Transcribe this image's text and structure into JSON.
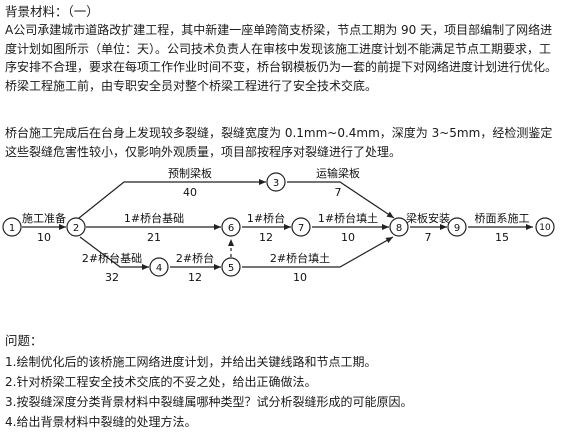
{
  "heading": "背景材料：（一）",
  "paragraphs": [
    "A公司承建城市道路改扩建工程，其中新建一座单跨简支桥梁，节点工期为 90 天，项目部编制了网络进度计划如图所示（单位：天）。公司技术负责人在审核中发现该施工进度计划不能满足节点工期要求，工序安排不合理，要求在每项工作作业时间不变，桥台钢模板仍为一套的前提下对网络进度计划进行优化。桥梁工程施工前，由专职安全员对整个桥梁工程进行了安全技术交底。",
    "桥台施工完成后在台身上发现较多裂缝，裂缝宽度为 0.1mm~0.4mm，深度为 3~5mm，经检测鉴定这些裂缝危害性较小，仅影响外观质量，项目部按程序对裂缝进行了处理。"
  ],
  "network": {
    "nodes": [
      "1",
      "2",
      "3",
      "4",
      "5",
      "6",
      "7",
      "8",
      "9",
      "10"
    ],
    "activities": [
      {
        "label": "施工准备",
        "duration": "10"
      },
      {
        "label": "预制梁板",
        "duration": "40"
      },
      {
        "label": "运输梁板",
        "duration": "7"
      },
      {
        "label": "1#桥台基础",
        "duration": "21"
      },
      {
        "label": "1#桥台",
        "duration": "12"
      },
      {
        "label": "1#桥台填土",
        "duration": "10"
      },
      {
        "label": "梁板安装",
        "duration": "7"
      },
      {
        "label": "桥面系施工",
        "duration": "15"
      },
      {
        "label": "2#桥台基础",
        "duration": "32"
      },
      {
        "label": "2#桥台",
        "duration": "12"
      },
      {
        "label": "2#桥台填土",
        "duration": "10"
      }
    ]
  },
  "questions_title": "问题：",
  "questions": [
    "1.绘制优化后的该桥施工网络进度计划，并给出关键线路和节点工期。",
    "2.针对桥梁工程安全技术交底的不妥之处，给出正确做法。",
    "3.按裂缝深度分类背景材料中裂缝属哪种类型？试分析裂缝形成的可能原因。",
    "4.给出背景材料中裂缝的处理方法。"
  ]
}
